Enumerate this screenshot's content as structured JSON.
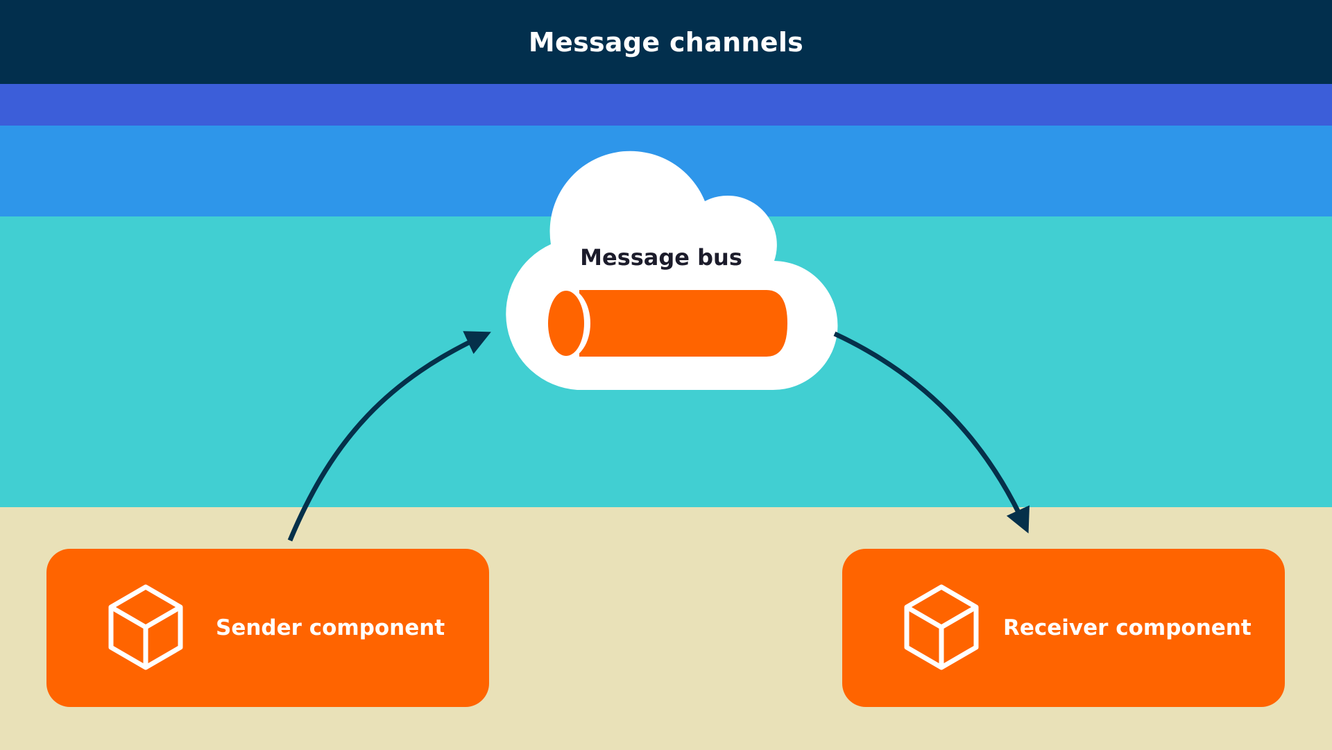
{
  "title": "Message channels",
  "bus": {
    "label": "Message bus",
    "icon": "pipe-icon"
  },
  "sender": {
    "label": "Sender component",
    "icon": "cube-icon"
  },
  "receiver": {
    "label": "Receiver component",
    "icon": "cube-icon"
  },
  "colors": {
    "title_bg": "#022f4d",
    "band_indigo": "#3c5ed9",
    "band_blue": "#2e96ea",
    "band_teal": "#41cfd2",
    "band_sand": "#e9e1b8",
    "accent_orange": "#ff6400",
    "arrow": "#05304a",
    "cloud": "#ffffff"
  }
}
